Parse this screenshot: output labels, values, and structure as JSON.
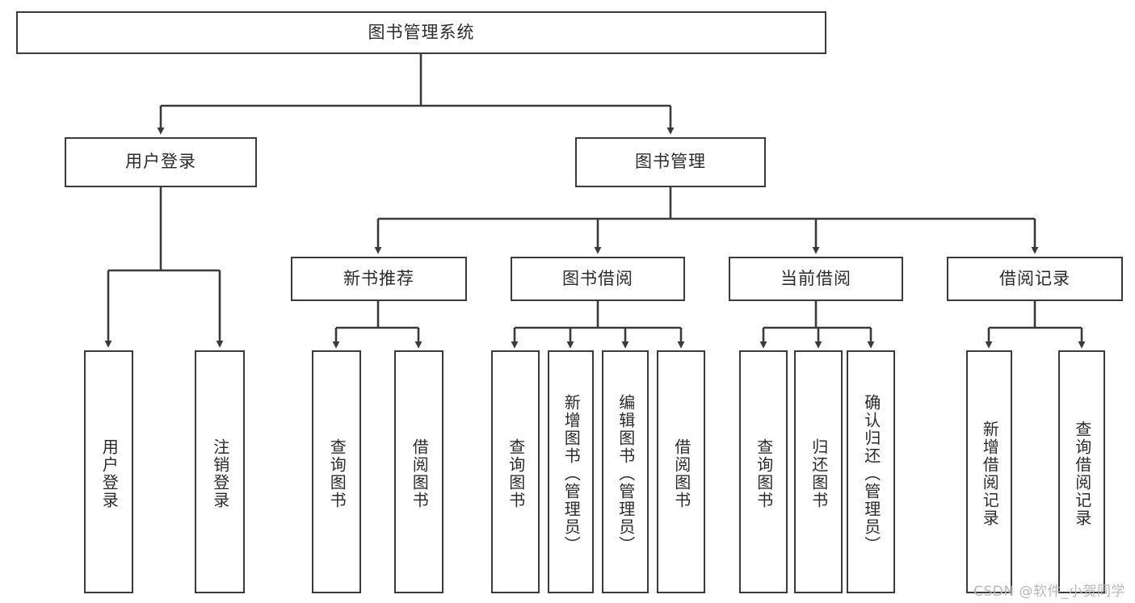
{
  "diagram": {
    "title": "图书管理系统",
    "type": "hierarchy-tree",
    "watermark": "CSDN @软件_小贺同学",
    "colors": {
      "background": "#ffffff",
      "box_border": "#3a3a3a",
      "box_fill": "#ffffff",
      "text": "#2b2b2b",
      "connector": "#3a3a3a",
      "watermark": "#b7b7b7"
    },
    "levels": {
      "root": "图书管理系统",
      "level2": [
        "用户登录",
        "图书管理"
      ],
      "level3": [
        "新书推荐",
        "图书借阅",
        "当前借阅",
        "借阅记录"
      ]
    },
    "nodes": {
      "root": {
        "label": "图书管理系统",
        "orientation": "horizontal"
      },
      "user_login": {
        "label": "用户登录",
        "orientation": "horizontal"
      },
      "book_manage": {
        "label": "图书管理",
        "orientation": "horizontal"
      },
      "new_book_rec": {
        "label": "新书推荐",
        "orientation": "horizontal"
      },
      "book_borrow": {
        "label": "图书借阅",
        "orientation": "horizontal"
      },
      "current_borrow": {
        "label": "当前借阅",
        "orientation": "horizontal"
      },
      "borrow_record": {
        "label": "借阅记录",
        "orientation": "horizontal"
      },
      "leaf_user_login": {
        "label": "用户登录",
        "orientation": "vertical"
      },
      "leaf_logout": {
        "label": "注销登录",
        "orientation": "vertical"
      },
      "leaf_query_book_a": {
        "label": "查询图书",
        "orientation": "vertical"
      },
      "leaf_borrow_book_a": {
        "label": "借阅图书",
        "orientation": "vertical"
      },
      "leaf_query_book_b": {
        "label": "查询图书",
        "orientation": "vertical"
      },
      "leaf_add_book": {
        "label": "新增图书（管理员）",
        "orientation": "vertical"
      },
      "leaf_edit_book": {
        "label": "编辑图书（管理员）",
        "orientation": "vertical"
      },
      "leaf_borrow_book_b": {
        "label": "借阅图书",
        "orientation": "vertical"
      },
      "leaf_query_book_c": {
        "label": "查询图书",
        "orientation": "vertical"
      },
      "leaf_return_book": {
        "label": "归还图书",
        "orientation": "vertical"
      },
      "leaf_confirm_return": {
        "label": "确认归还（管理员）",
        "orientation": "vertical"
      },
      "leaf_add_record": {
        "label": "新增借阅记录",
        "orientation": "vertical"
      },
      "leaf_query_record": {
        "label": "查询借阅记录",
        "orientation": "vertical"
      }
    },
    "edges": [
      {
        "from": "图书管理系统",
        "to": "用户登录"
      },
      {
        "from": "图书管理系统",
        "to": "图书管理"
      },
      {
        "from": "用户登录",
        "to": "用户登录"
      },
      {
        "from": "用户登录",
        "to": "注销登录"
      },
      {
        "from": "图书管理",
        "to": "新书推荐"
      },
      {
        "from": "图书管理",
        "to": "图书借阅"
      },
      {
        "from": "图书管理",
        "to": "当前借阅"
      },
      {
        "from": "图书管理",
        "to": "借阅记录"
      },
      {
        "from": "新书推荐",
        "to": "查询图书"
      },
      {
        "from": "新书推荐",
        "to": "借阅图书"
      },
      {
        "from": "图书借阅",
        "to": "查询图书"
      },
      {
        "from": "图书借阅",
        "to": "新增图书（管理员）"
      },
      {
        "from": "图书借阅",
        "to": "编辑图书（管理员）"
      },
      {
        "from": "图书借阅",
        "to": "借阅图书"
      },
      {
        "from": "当前借阅",
        "to": "查询图书"
      },
      {
        "from": "当前借阅",
        "to": "归还图书"
      },
      {
        "from": "当前借阅",
        "to": "确认归还（管理员）"
      },
      {
        "from": "借阅记录",
        "to": "新增借阅记录"
      },
      {
        "from": "借阅记录",
        "to": "查询借阅记录"
      }
    ]
  }
}
